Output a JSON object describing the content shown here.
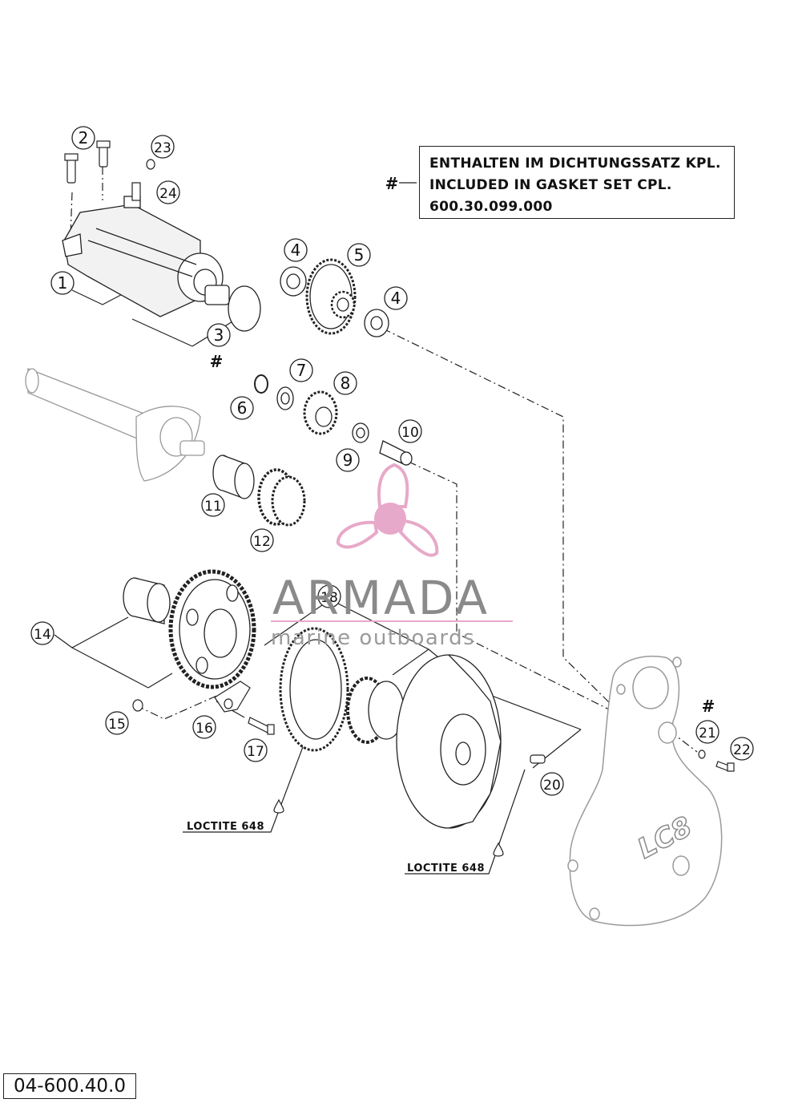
{
  "callouts": [
    "1",
    "2",
    "3",
    "4",
    "4",
    "5",
    "6",
    "7",
    "8",
    "9",
    "10",
    "11",
    "12",
    "14",
    "15",
    "16",
    "17",
    "18",
    "20",
    "21",
    "22",
    "23",
    "24"
  ],
  "gasket_marker": "#",
  "note": {
    "line1": "ENTHALTEN IM DICHTUNGSSATZ KPL.",
    "line2": "INCLUDED IN GASKET SET CPL.",
    "line3": "600.30.099.000"
  },
  "loctite_label": "LOCTITE 648",
  "cover_logo": "LC8",
  "watermark": {
    "name": "ARMADA",
    "tagline": "marine outboards",
    "colors": {
      "pink": "#e7a9c9",
      "gray": "#8a8a8a"
    }
  },
  "document_code": "04-600.40.0"
}
